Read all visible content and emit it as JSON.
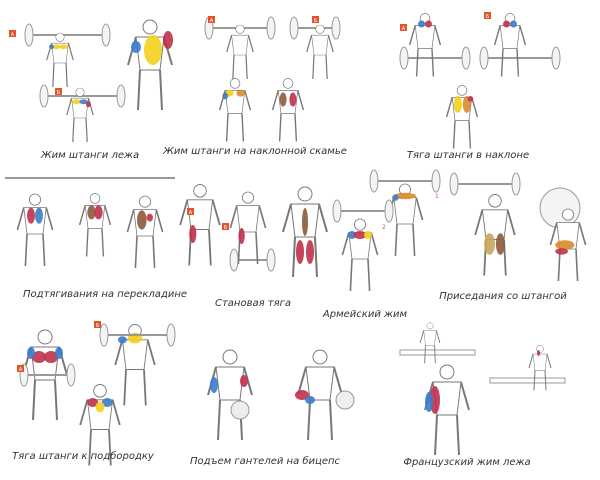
{
  "captions": {
    "bench_press": "Жим штанги лежа",
    "incline_press": "Жим штанги на наклонной скамье",
    "bent_row": "Тяга штанги в наклоне",
    "pull_ups": "Подтягивания на перекладине",
    "deadlift": "Становая тяга",
    "military_press": "Армейский жим",
    "squat": "Приседания со штангой",
    "upright_row": "Тяга штанги к подбородку",
    "biceps_curl": "Подъем гантелей на бицепс",
    "french_press": "Французский жим лежа"
  },
  "markers": {
    "a": "A",
    "b": "Б",
    "one": "1",
    "two": "2"
  },
  "colors": {
    "yellow": "#f2d21b",
    "blue": "#3a7cc9",
    "red": "#c0304a",
    "orange": "#d98b2b",
    "brown": "#8a5a3a",
    "tan": "#c9a35a",
    "marker": "#e0562a",
    "line": "#777777"
  }
}
